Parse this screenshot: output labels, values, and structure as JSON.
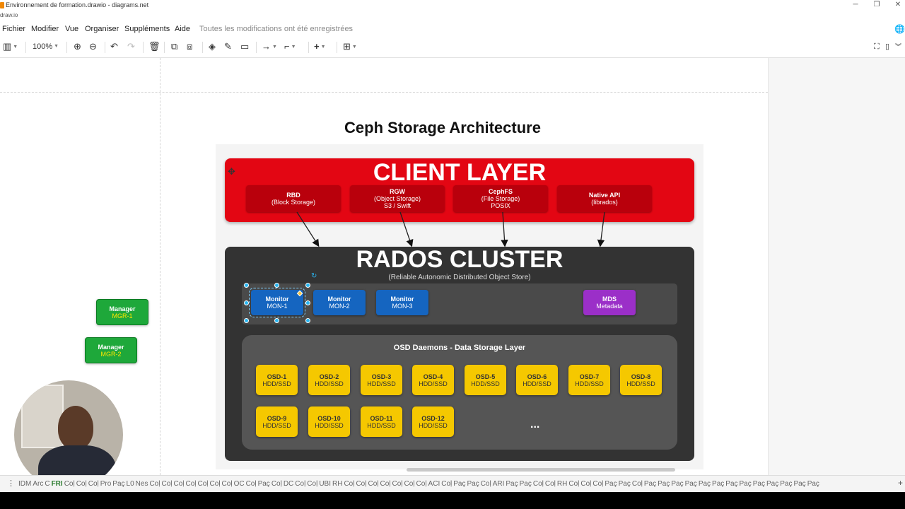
{
  "window": {
    "title": "Environnement de formation.drawio - diagrams.net",
    "url": "draw.io",
    "minimize_icon": "minimize-icon",
    "restore_icon": "restore-icon",
    "close_icon": "close-icon"
  },
  "menu": {
    "items": [
      "Fichier",
      "Modifier",
      "Vue",
      "Organiser",
      "Suppléments",
      "Aide"
    ],
    "status": "Toutes les modifications ont été enregistrées"
  },
  "toolbar": {
    "zoom": "100%"
  },
  "diagram": {
    "title": "Ceph Storage Architecture",
    "client_layer": {
      "title": "CLIENT LAYER",
      "boxes": [
        {
          "name": "RBD",
          "line2": "(Block Storage)",
          "line3": ""
        },
        {
          "name": "RGW",
          "line2": "(Object Storage)",
          "line3": "S3 / Swift"
        },
        {
          "name": "CephFS",
          "line2": "(File Storage)",
          "line3": "POSIX"
        },
        {
          "name": "Native API",
          "line2": "(librados)",
          "line3": ""
        }
      ]
    },
    "rados_cluster": {
      "title": "RADOS CLUSTER",
      "subtitle": "(Reliable Autonomic Distributed Object Store)",
      "monitors": [
        {
          "name": "Monitor",
          "id": "MON-1"
        },
        {
          "name": "Monitor",
          "id": "MON-2"
        },
        {
          "name": "Monitor",
          "id": "MON-3"
        }
      ],
      "mds": {
        "name": "MDS",
        "desc": "Metadata"
      },
      "osd_panel": {
        "title": "OSD Daemons - Data Storage Layer",
        "osds": [
          {
            "id": "OSD-1",
            "type": "HDD/SSD"
          },
          {
            "id": "OSD-2",
            "type": "HDD/SSD"
          },
          {
            "id": "OSD-3",
            "type": "HDD/SSD"
          },
          {
            "id": "OSD-4",
            "type": "HDD/SSD"
          },
          {
            "id": "OSD-5",
            "type": "HDD/SSD"
          },
          {
            "id": "OSD-6",
            "type": "HDD/SSD"
          },
          {
            "id": "OSD-7",
            "type": "HDD/SSD"
          },
          {
            "id": "OSD-8",
            "type": "HDD/SSD"
          },
          {
            "id": "OSD-9",
            "type": "HDD/SSD"
          },
          {
            "id": "OSD-10",
            "type": "HDD/SSD"
          },
          {
            "id": "OSD-11",
            "type": "HDD/SSD"
          },
          {
            "id": "OSD-12",
            "type": "HDD/SSD"
          }
        ],
        "ellipsis": "..."
      }
    },
    "managers": [
      {
        "name": "Manager",
        "id": "MGR-1"
      },
      {
        "name": "Manager",
        "id": "MGR-2"
      }
    ]
  },
  "statusbar": {
    "tabs": [
      "IDM",
      "Arc",
      "C",
      "FRI",
      "Coḷ",
      "Coḷ",
      "Coḷ",
      "Pro",
      "Paç",
      "L0",
      "Nes",
      "Coḷ",
      "Coḷ",
      "Coḷ",
      "Coḷ",
      "Coḷ",
      "Coḷ",
      "Coḷ",
      "OC",
      "Coḷ",
      "Paç",
      "Coḷ",
      "DC",
      "Coḷ",
      "Coḷ",
      "UBI",
      "RH",
      "Coḷ",
      "Coḷ",
      "Coḷ",
      "Coḷ",
      "Coḷ",
      "Coḷ",
      "Coḷ",
      "ACI",
      "Coḷ",
      "Paç",
      "Paç",
      "Coḷ",
      "ARI",
      "Paç",
      "Paç",
      "Coḷ",
      "Coḷ",
      "RH",
      "Coḷ",
      "Coḷ",
      "Coḷ",
      "Paç",
      "Paç",
      "Coḷ",
      "Paç",
      "Paç",
      "Paç",
      "Paç",
      "Paç",
      "Paç",
      "Paç",
      "Paç",
      "Paç",
      "Paç",
      "Paç",
      "Paç",
      "Paç"
    ],
    "active_tab": "FRI"
  }
}
